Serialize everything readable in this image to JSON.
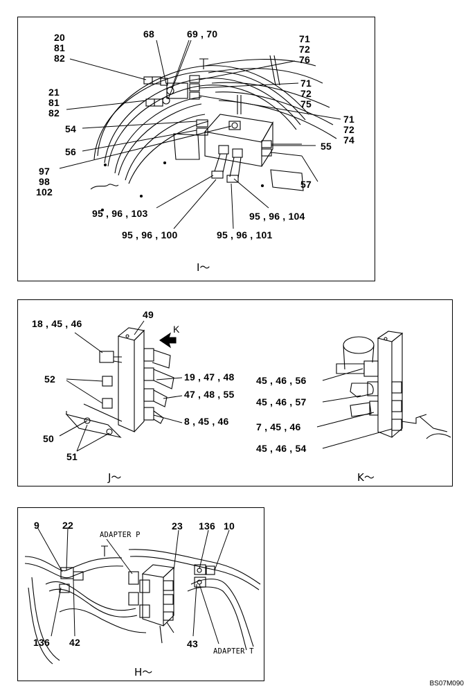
{
  "view_i": {
    "title": "I～",
    "labels": {
      "l20": "20",
      "l81a": "81",
      "l82a": "82",
      "l68": "68",
      "l6970": "69 , 70",
      "l71a": "71",
      "l72a": "72",
      "l76": "76",
      "l21": "21",
      "l81b": "81",
      "l82b": "82",
      "l71b": "71",
      "l72b": "72",
      "l75": "75",
      "l71c": "71",
      "l72c": "72",
      "l74": "74",
      "l54": "54",
      "l56": "56",
      "l55": "55",
      "l97": "97",
      "l98": "98",
      "l102": "102",
      "l57": "57",
      "l9596103": "95 , 96 , 103",
      "l9596104": "95 , 96 , 104",
      "l9596100": "95 , 96 , 100",
      "l9596101": "95 , 96 , 101"
    }
  },
  "view_j": {
    "title": "J～",
    "labels": {
      "l184546": "18 , 45 , 46",
      "l49": "49",
      "lK": "K",
      "l52": "52",
      "l194748": "19 , 47 , 48",
      "l474855": "47 , 48 , 55",
      "l84546": "8 , 45 , 46",
      "l50": "50",
      "l51": "51"
    }
  },
  "view_k": {
    "title": "K～",
    "labels": {
      "l454656": "45 , 46 , 56",
      "l454657": "45 , 46 , 57",
      "l74546": "7 , 45 , 46",
      "l454654": "45 , 46 , 54"
    }
  },
  "view_h": {
    "title": "H～",
    "labels": {
      "l9": "9",
      "l22": "22",
      "adapter_p": "ADAPTER P",
      "l23": "23",
      "l136a": "136",
      "l10": "10",
      "l136b": "136",
      "l42": "42",
      "l43": "43",
      "adapter_t": "ADAPTER T"
    }
  },
  "drawing_code": "BS07M090"
}
